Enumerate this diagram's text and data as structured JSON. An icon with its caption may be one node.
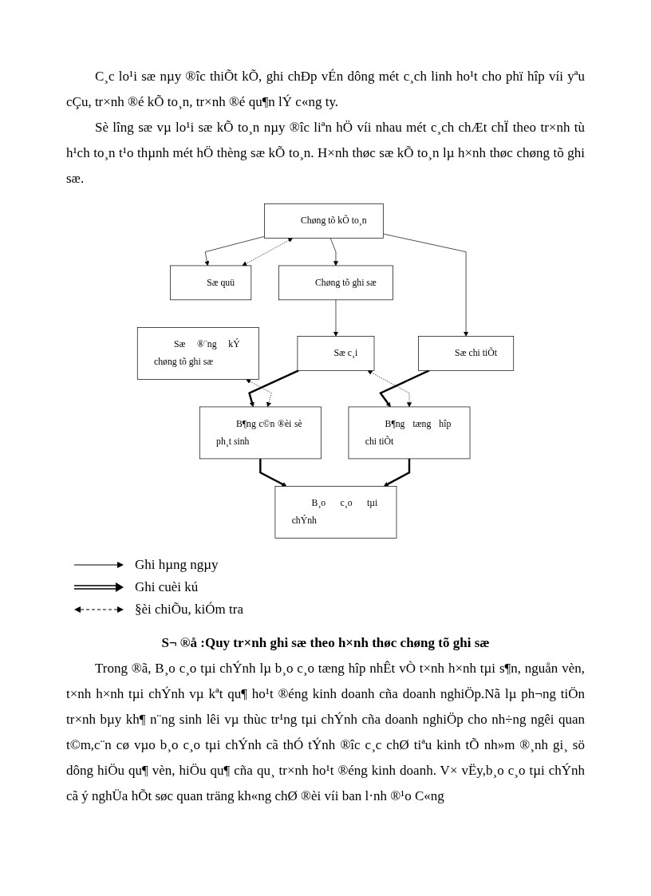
{
  "diagram": {
    "caption": "S¬ ®å :Quy tr×nh ghi sæ theo h×nh thøc chøng tõ ghi sæ",
    "nodes": [
      {
        "text": [
          "Chøng tõ kÕ to¸n"
        ]
      },
      {
        "text": [
          "Sæ quü"
        ]
      },
      {
        "text": [
          "Chøng tõ ghi sæ"
        ]
      },
      {
        "text": [
          "Sæ chi tiÕt"
        ]
      },
      {
        "text": [
          "Sæ ®¨ng kÝ chøng tõ ghi sæ"
        ]
      },
      {
        "text": [
          "Sæ c¸i"
        ]
      },
      {
        "text": [
          "B¶ng tæng hîp chi tiÕt"
        ]
      },
      {
        "text": [
          "B¶ng c©n ®èi sè ph¸t sinh"
        ]
      },
      {
        "text": [
          "B¸o c¸o tµi chÝnh"
        ]
      }
    ],
    "edges": [
      {
        "from": 0,
        "to": 1,
        "arrow": "to"
      },
      {
        "from": 0,
        "to": 1,
        "arrow": "both",
        "style": "dashed"
      },
      {
        "from": 0,
        "to": 2,
        "arrow": "to"
      },
      {
        "from": 0,
        "to": 3,
        "arrow": "to"
      },
      {
        "from": 2,
        "to": 5,
        "arrow": "to"
      },
      {
        "from": 3,
        "to": 6,
        "arrow": "to",
        "style": "thick"
      },
      {
        "from": 5,
        "to": 6,
        "arrow": "both",
        "style": "dashed"
      },
      {
        "from": 5,
        "to": 7,
        "arrow": "to",
        "style": "thick"
      },
      {
        "from": 4,
        "to": 7,
        "arrow": "both",
        "style": "dashed"
      },
      {
        "from": 7,
        "to": 8,
        "arrow": "to",
        "style": "thick"
      },
      {
        "from": 6,
        "to": 8,
        "arrow": "to",
        "style": "thick"
      }
    ],
    "labels": [
      "C¸c lo¹i sæ nµy ®îc thiÕt kÕ, ghi chÐp vÉn dông mét c¸ch linh ho¹t cho phï hîp víi yªu cÇu, tr×nh ®é kÕ to¸n, tr×nh ®é qu¶n lÝ c«ng ty.",
      "Sè lîng sæ vµ lo¹i sæ kÕ to¸n nµy ®îc liªn hÖ víi nhau mét c¸ch chÆt chÏ theo tr×nh tù h¹ch to¸n t¹o thµnh mét hÖ thèng sæ kÕ to¸n. H×nh thøc sæ kÕ to¸n lµ h×nh thøc chøng tõ ghi sæ.",
      "Trong ®ã, B¸o c¸o tµi chÝnh lµ b¸o c¸o tæng hîp nhÊt vÒ t×nh h×nh tµi s¶n, nguån vèn, t×nh h×nh tµi chÝnh vµ kªt qu¶ ho¹t ®éng kinh doanh cña doanh nghiÖp.Nã lµ ph¬ng tiÖn tr×nh bµy kh¶ n¨ng sinh lêi vµ thùc tr¹ng tµi chÝnh cña doanh nghiÖp cho nh÷ng ngêi quan t©m,c¨n cø vµo b¸o c¸o tµi chÝnh cã thÓ tÝnh ®îc c¸c chØ tiªu kinh tÕ nh»m ®¸nh gi¸ sö dông hiÖu qu¶ vèn, hiÖu qu¶ cña qu¸ tr×nh ho¹t ®éng kinh doanh. V× vËy,b¸o c¸o tµi chÝnh cã ý nghÜa hÕt søc quan träng kh«ng chØ ®èi víi ban l·nh ®¹o C«ng"
    ],
    "legend": [
      {
        "text": "Ghi hµng ngµy"
      },
      {
        "text": "Ghi cuèi kú"
      },
      {
        "text": "§èi chiÕu, kiÓm tra"
      }
    ]
  }
}
